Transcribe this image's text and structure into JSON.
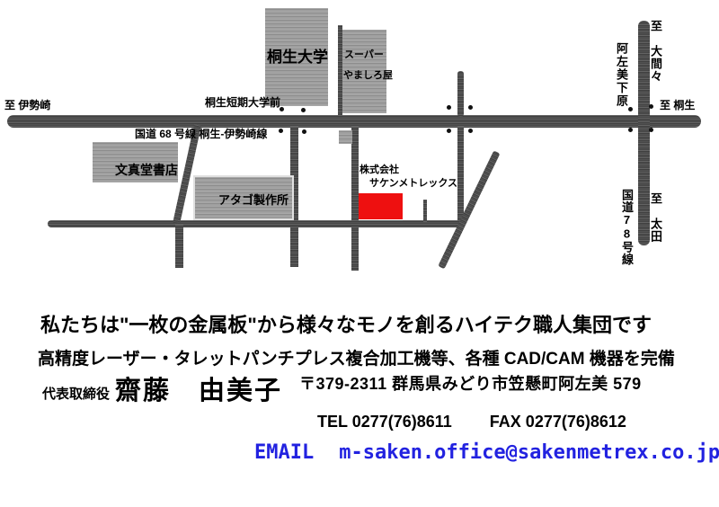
{
  "colors": {
    "road_gray": "#4b4b4b",
    "building_gray": "#9c9c9c",
    "highlight_red": "#ee1010",
    "email_blue": "#2222e0",
    "text_black": "#000000"
  },
  "map": {
    "buildings": {
      "kiryu_university": "桐生大学",
      "yamashiroya_line1": "スーパー",
      "yamashiroya_line2": "やましろ屋",
      "bunshindo": "文真堂書店",
      "atago": "アタゴ製作所"
    },
    "labels": {
      "to_isesaki": "至 伊勢崎",
      "tandai_mae": "桐生短期大学前",
      "route68": "国道 68 号線 桐生-伊勢崎線",
      "company_line1": "株式会社",
      "company_line2": "サケンメトレックス",
      "to_kiryu": "至 桐生",
      "to_omama": "至　大間々",
      "azami_shimohara": "阿左美下原",
      "route78": "国道78号線",
      "to_ota": "至　太田"
    }
  },
  "footer": {
    "tagline": "私たちは\"一枚の金属板\"から様々なモノを創るハイテク職人集団です",
    "equipment": "高精度レーザー・タレットパンチプレス複合加工機等、各種 CAD/CAM 機器を完備",
    "title": "代表取締役",
    "president": "齋藤　由美子",
    "postal_address": "〒379-2311 群馬県みどり市笠懸町阿左美 579",
    "tel": "TEL 0277(76)8611",
    "fax": "FAX 0277(76)8612",
    "email_label": "EMAIL",
    "email": "m-saken.office@sakenmetrex.co.jp"
  }
}
